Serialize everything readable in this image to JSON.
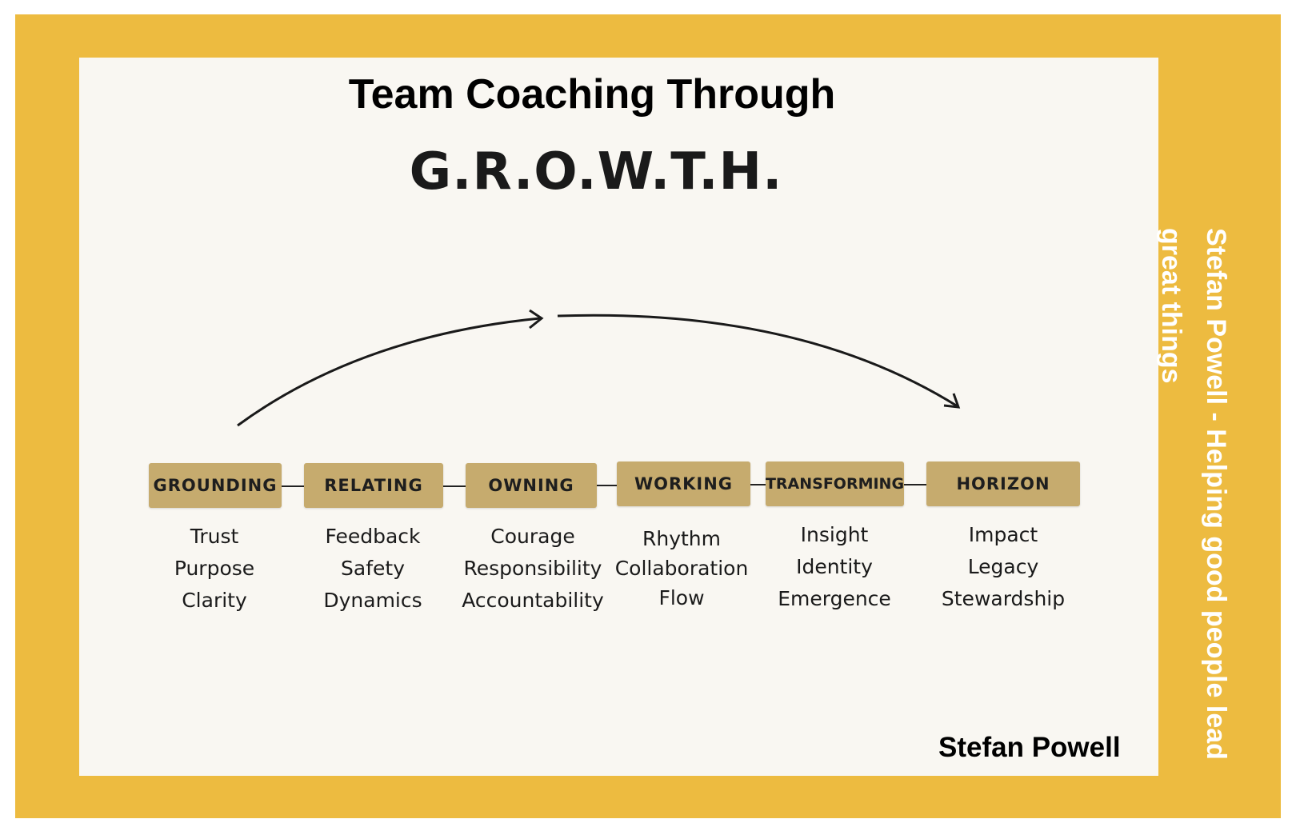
{
  "title": "Team Coaching Through",
  "subtitle": "G.R.O.W.T.H.",
  "stages": [
    {
      "label": "GROUNDING",
      "terms": [
        "Trust",
        "Purpose",
        "Clarity"
      ]
    },
    {
      "label": "RELATING",
      "terms": [
        "Feedback",
        "Safety",
        "Dynamics"
      ]
    },
    {
      "label": "OWNING",
      "terms": [
        "Courage",
        "Responsibility",
        "Accountability"
      ]
    },
    {
      "label": "WORKING",
      "terms": [
        "Rhythm",
        "Collaboration",
        "Flow"
      ]
    },
    {
      "label": "TRANSFORMING",
      "terms": [
        "Insight",
        "Identity",
        "Emergence"
      ]
    },
    {
      "label": "HORIZON",
      "terms": [
        "Impact",
        "Legacy",
        "Stewardship"
      ]
    }
  ],
  "author": "Stefan Powell",
  "side_text": "Stefan Powell - Helping good people lead great things",
  "colors": {
    "frame": "#EDBB40",
    "card": "#F9F7F2",
    "stage_box": "#C6AB6E",
    "side_text": "#FFFFFF"
  }
}
